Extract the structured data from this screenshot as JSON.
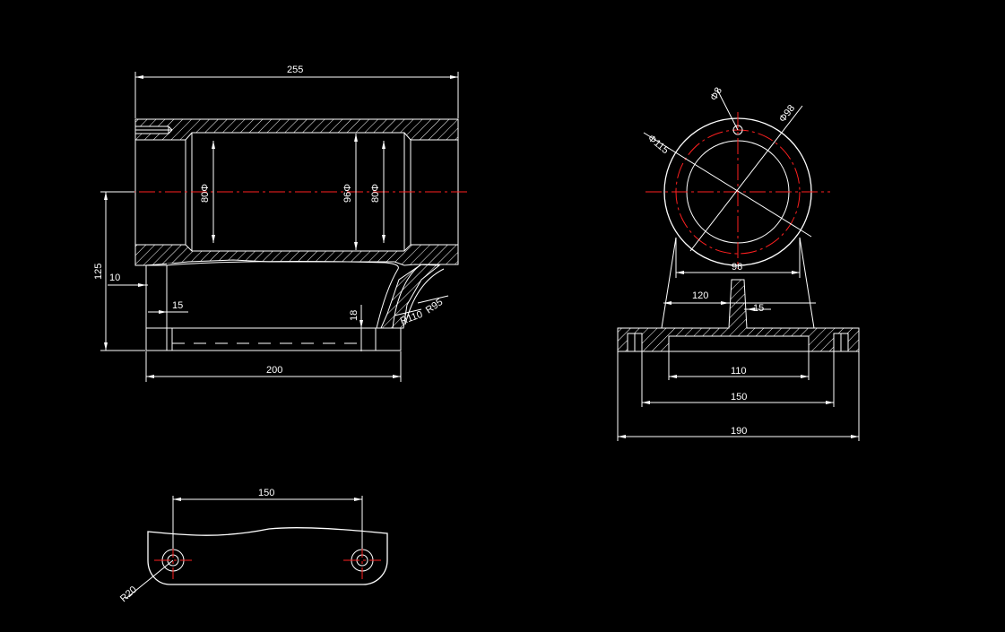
{
  "colors": {
    "background": "#000000",
    "linework": "#ffffff",
    "centerline": "#ff2020"
  },
  "front_view": {
    "dim_overall_length": "255",
    "dim_bore_left": "80Φ",
    "dim_bore_mid": "96Φ",
    "dim_bore_right": "80Φ",
    "dim_height": "125",
    "dim_offset": "10",
    "dim_wall": "15",
    "dim_base_thickness": "18",
    "dim_radius_inner": "R110",
    "dim_radius_outer": "R95",
    "dim_base_length": "200"
  },
  "side_view": {
    "dim_hole": "Φ8",
    "dim_outer_dia": "Φ115",
    "dim_pitch_dia": "Φ98",
    "dim_bore": "96",
    "dim_rib_span": "120",
    "dim_rib_thick": "15",
    "dim_base_recess": "110",
    "dim_hole_pitch": "150",
    "dim_base_width": "190"
  },
  "top_view": {
    "dim_hole_pitch": "150",
    "dim_corner_radius": "R20"
  }
}
